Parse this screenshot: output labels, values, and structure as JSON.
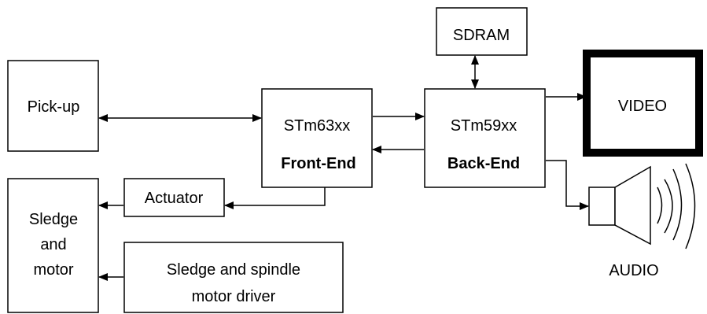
{
  "blocks": {
    "pickup": {
      "label": "Pick-up"
    },
    "sledge_motor": {
      "lines": [
        "Sledge",
        "and",
        "motor"
      ]
    },
    "actuator": {
      "label": "Actuator"
    },
    "spindle_driver": {
      "lines": [
        "Sledge and spindle",
        "motor driver"
      ]
    },
    "front_end": {
      "chip": "STm63xx",
      "role": "Front-End"
    },
    "back_end": {
      "chip": "STm59xx",
      "role": "Back-End"
    },
    "sdram": {
      "label": "SDRAM"
    },
    "video": {
      "label": "VIDEO"
    },
    "audio": {
      "label": "AUDIO"
    }
  }
}
